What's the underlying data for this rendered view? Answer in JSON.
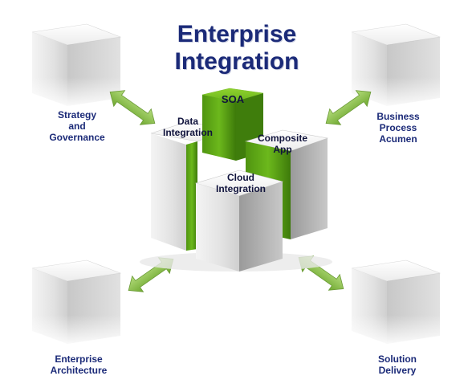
{
  "title": {
    "line1": "Enterprise",
    "line2": "Integration"
  },
  "center_blocks": {
    "soa": "SOA",
    "data_integration": [
      "Data",
      "Integration"
    ],
    "composite_app": [
      "Composite",
      "App"
    ],
    "cloud_integration": [
      "Cloud",
      "Integration"
    ]
  },
  "satellites": {
    "top_left": [
      "Strategy",
      "and",
      "Governance"
    ],
    "top_right": [
      "Business",
      "Process",
      "Acumen"
    ],
    "bottom_left": [
      "Enterprise",
      "Architecture"
    ],
    "bottom_right": [
      "Solution",
      "Delivery"
    ]
  },
  "colors": {
    "title": "#1b2a78",
    "label": "#1b2a78",
    "green": "#5ea514",
    "arrow": "#8cc04a",
    "cube": "#e6e6e6"
  }
}
